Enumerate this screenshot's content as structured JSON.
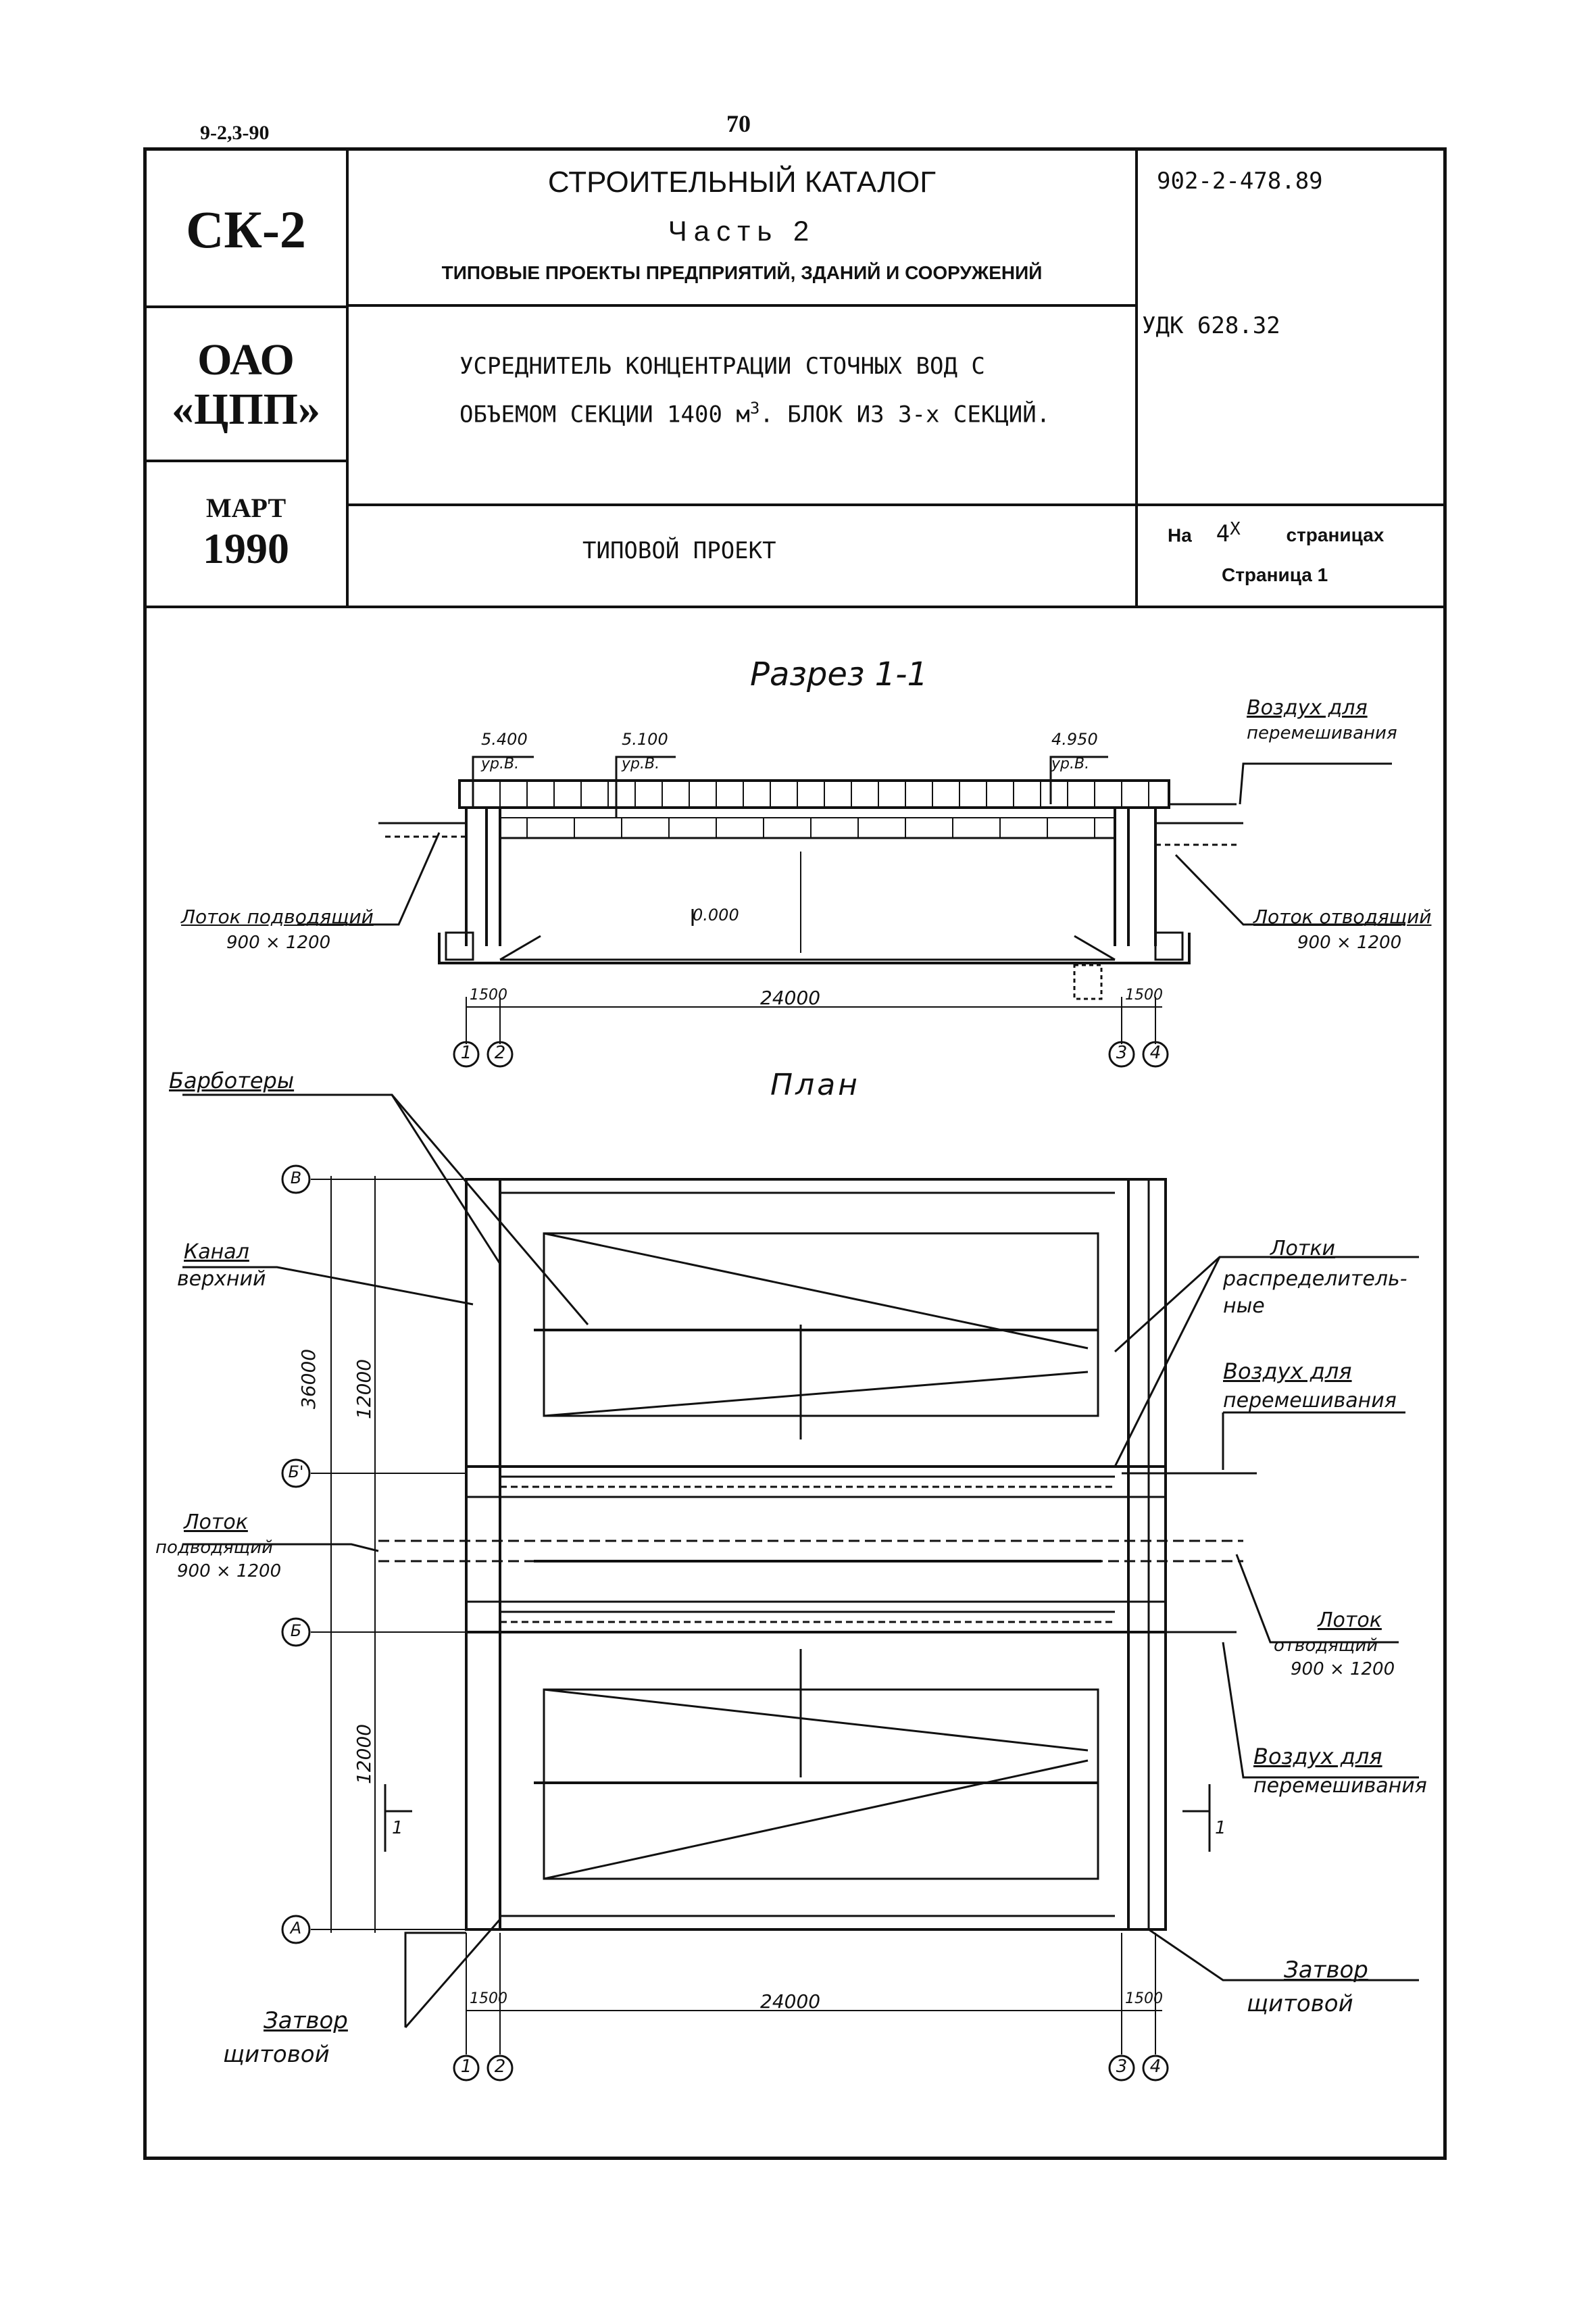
{
  "page": {
    "code_top_left": "9-2,3-90",
    "page_number": "70"
  },
  "header": {
    "series_code": "СК-2",
    "org_line1": "ОАО",
    "org_line2": "«ЦПП»",
    "date_month": "МАРТ",
    "date_year": "1990",
    "catalog_title": "СТРОИТЕЛЬНЫЙ КАТАЛОГ",
    "catalog_part": "Часть 2",
    "catalog_subtitle": "ТИПОВЫЕ ПРОЕКТЫ ПРЕДПРИЯТИЙ, ЗДАНИЙ И СООРУЖЕНИЙ",
    "project_number": "902-2-478.89",
    "udk": "УДК 628.32",
    "object_line1": "УСРЕДНИТЕЛЬ КОНЦЕНТРАЦИИ СТОЧНЫХ ВОД С",
    "object_line2_a": "ОБЪЕМОМ СЕКЦИИ 1400 м",
    "object_line2_sup": "3",
    "object_line2_b": ". БЛОК ИЗ 3-х СЕКЦИЙ.",
    "project_type": "ТИПОВОЙ ПРОЕКТ",
    "pages_prefix": "На",
    "pages_count": "4",
    "pages_sup": "Х",
    "pages_suffix": "страницах",
    "page_label": "Страница 1"
  },
  "section": {
    "title": "Разрез 1-1",
    "level1_value": "5.400",
    "level1_label": "ур.В.",
    "level2_value": "5.100",
    "level2_label": "ур.В.",
    "level3_value": "4.950",
    "level3_label": "ур.В.",
    "zero_mark": "0.000",
    "air_line1": "Воздух для",
    "air_line2": "перемешивания",
    "inlet_line1": "Лоток подводящий",
    "inlet_line2": "900 × 1200",
    "outlet_line1": "Лоток отводящий",
    "outlet_line2": "900 × 1200",
    "dim_left": "1500",
    "dim_main": "24000",
    "dim_right": "1500",
    "axes": [
      "1",
      "2",
      "3",
      "4"
    ]
  },
  "plan": {
    "title": "План",
    "barboters": "Барботеры",
    "channel_line1": "Канал",
    "channel_line2": "верхний",
    "trays_line1": "Лотки",
    "trays_line2": "распределитель-",
    "trays_line3": "ные",
    "air1_line1": "Воздух для",
    "air1_line2": "перемешивания",
    "inlet_line1": "Лоток",
    "inlet_line2": "подводящий",
    "inlet_line3": "900 × 1200",
    "outlet_line1": "Лоток",
    "outlet_line2": "отводящий",
    "outlet_line3": "900 × 1200",
    "air2_line1": "Воздух для",
    "air2_line2": "перемешивания",
    "gate_right_line1": "Затвор",
    "gate_right_line2": "щитовой",
    "gate_left_line1": "Затвор",
    "gate_left_line2": "щитовой",
    "dim_total": "36000",
    "dim_top": "12000",
    "dim_bottom": "12000",
    "dim_left": "1500",
    "dim_main": "24000",
    "dim_right": "1500",
    "row_axes": [
      "В",
      "Б'",
      "Б",
      "А"
    ],
    "col_axes": [
      "1",
      "2",
      "3",
      "4"
    ],
    "cut_mark": "1"
  }
}
